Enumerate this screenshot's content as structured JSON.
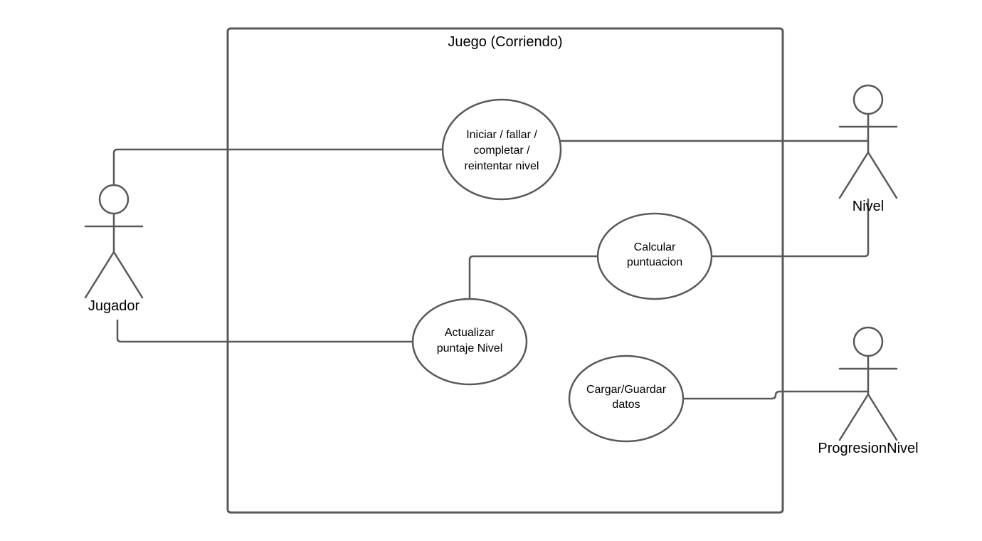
{
  "system": {
    "title": "Juego (Corriendo)"
  },
  "actors": {
    "jugador": "Jugador",
    "nivel": "Nivel",
    "progresion": "ProgresionNivel"
  },
  "use_cases": {
    "iniciar": [
      "Iniciar / fallar /",
      "completar /",
      "reintentar nivel"
    ],
    "calcular": [
      "Calcular",
      "puntuacion"
    ],
    "actualizar": [
      "Actualizar",
      "puntaje Nivel"
    ],
    "cargar": [
      "Cargar/Guardar",
      "datos"
    ]
  },
  "colors": {
    "stroke": "#595959",
    "text": "#000000",
    "background": "#ffffff"
  }
}
